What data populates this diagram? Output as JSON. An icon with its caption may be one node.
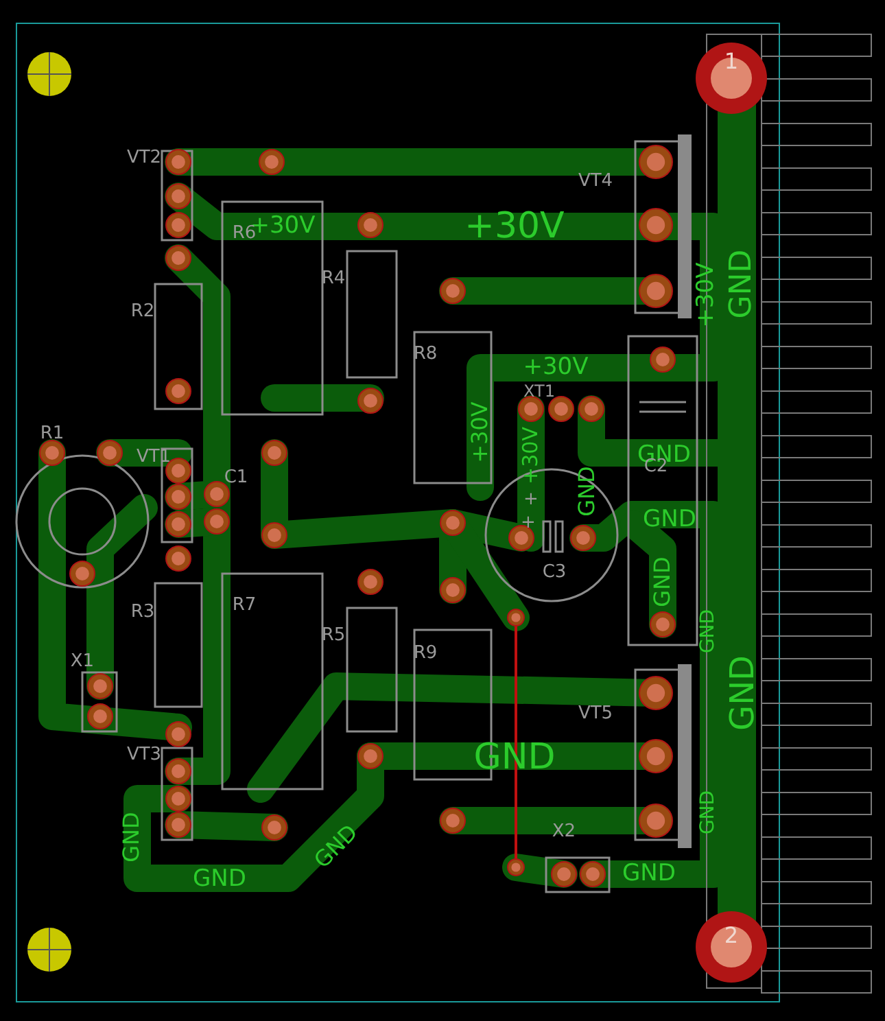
{
  "diagram": {
    "labels": [
      "1",
      "VT2",
      "+30V",
      "+30V",
      "VT4",
      "R6",
      "R4",
      "R2",
      "GND",
      "+30V",
      "R8",
      "+30V",
      "XT1",
      "R1",
      "VT1",
      "+30V",
      "+30V",
      "GND",
      "C2",
      "C1",
      "GND",
      "+",
      "+",
      "GND",
      "C3",
      "R7",
      "R3",
      "R5",
      "GND",
      "R9",
      "GND",
      "X1",
      "VT5",
      "GND",
      "GND",
      "VT3",
      "GND",
      "GND",
      "GND",
      "X2",
      "GND",
      "GND",
      "2"
    ]
  }
}
